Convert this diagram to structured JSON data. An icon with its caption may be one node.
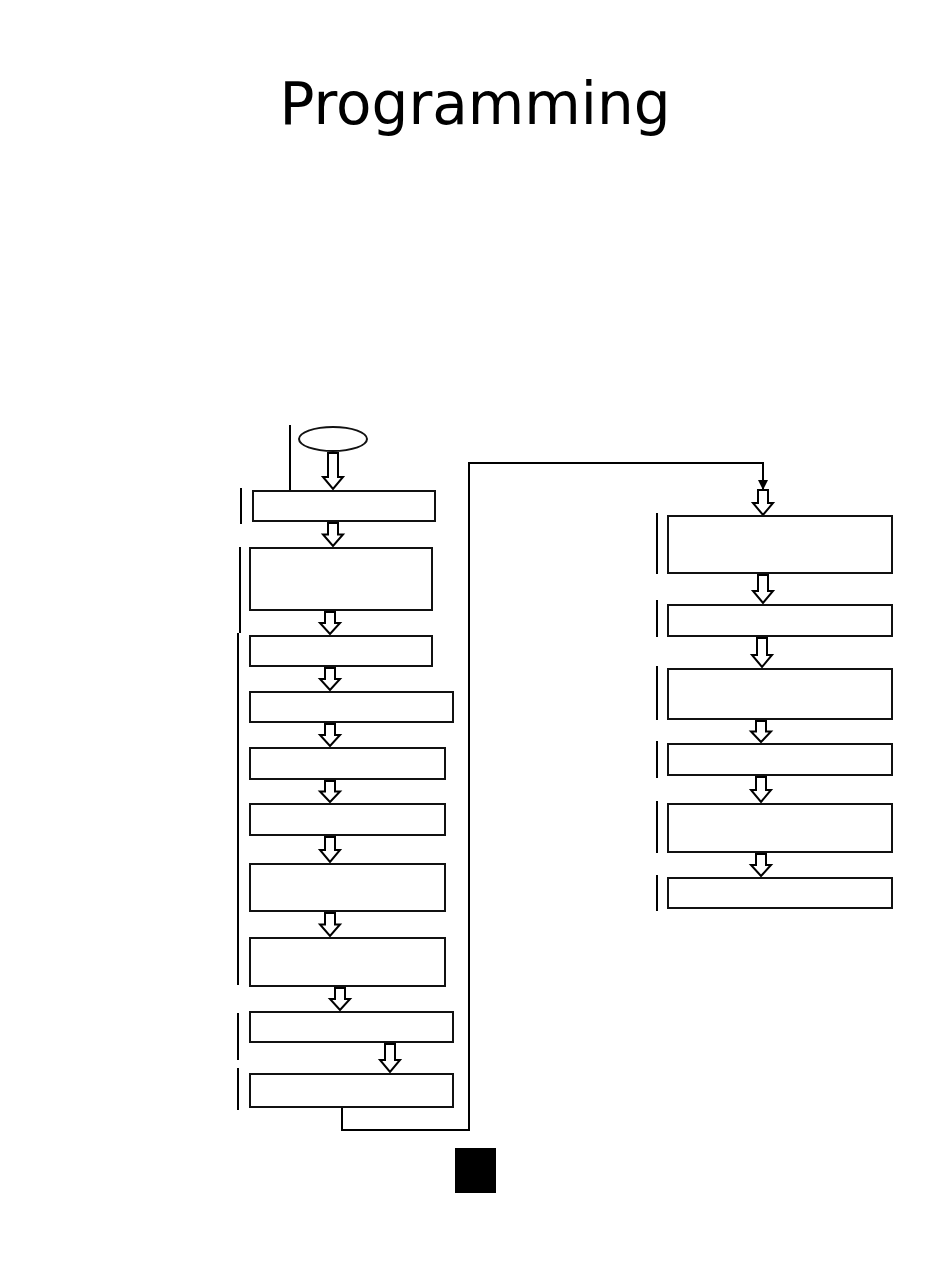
{
  "diagram": {
    "title": "Programming",
    "nodes": [
      {
        "text": [],
        "shape": "ellipse"
      },
      {
        "text": [],
        "shape": "box"
      },
      {
        "text": [],
        "shape": "box"
      },
      {
        "text": [],
        "shape": "box"
      },
      {
        "text": [],
        "shape": "box"
      },
      {
        "text": [],
        "shape": "box"
      },
      {
        "text": [],
        "shape": "box"
      },
      {
        "text": [],
        "shape": "box"
      },
      {
        "text": [],
        "shape": "box"
      },
      {
        "text": [],
        "shape": "box"
      },
      {
        "text": [],
        "shape": "box"
      },
      {
        "text": [],
        "shape": "box"
      },
      {
        "text": [],
        "shape": "box"
      },
      {
        "text": [],
        "shape": "box"
      },
      {
        "text": [],
        "shape": "box"
      },
      {
        "text": [],
        "shape": "box"
      },
      {
        "text": [],
        "shape": "box"
      }
    ],
    "edges": [
      {
        "from": 0,
        "to": 1,
        "arrow": "to"
      },
      {
        "from": 1,
        "to": 2,
        "arrow": "to"
      },
      {
        "from": 2,
        "to": 3,
        "arrow": "to"
      },
      {
        "from": 3,
        "to": 4,
        "arrow": "to"
      },
      {
        "from": 4,
        "to": 5,
        "arrow": "to"
      },
      {
        "from": 5,
        "to": 6,
        "arrow": "to"
      },
      {
        "from": 6,
        "to": 7,
        "arrow": "to"
      },
      {
        "from": 7,
        "to": 8,
        "arrow": "to"
      },
      {
        "from": 8,
        "to": 9,
        "arrow": "to"
      },
      {
        "from": 9,
        "to": 10,
        "arrow": "to"
      },
      {
        "from": 10,
        "to": 11,
        "arrow": "to"
      },
      {
        "from": 11,
        "to": 12,
        "arrow": "to"
      },
      {
        "from": 12,
        "to": 13,
        "arrow": "to"
      },
      {
        "from": 13,
        "to": 14,
        "arrow": "to"
      },
      {
        "from": 14,
        "to": 15,
        "arrow": "to"
      },
      {
        "from": 15,
        "to": 16,
        "arrow": "to"
      }
    ]
  }
}
